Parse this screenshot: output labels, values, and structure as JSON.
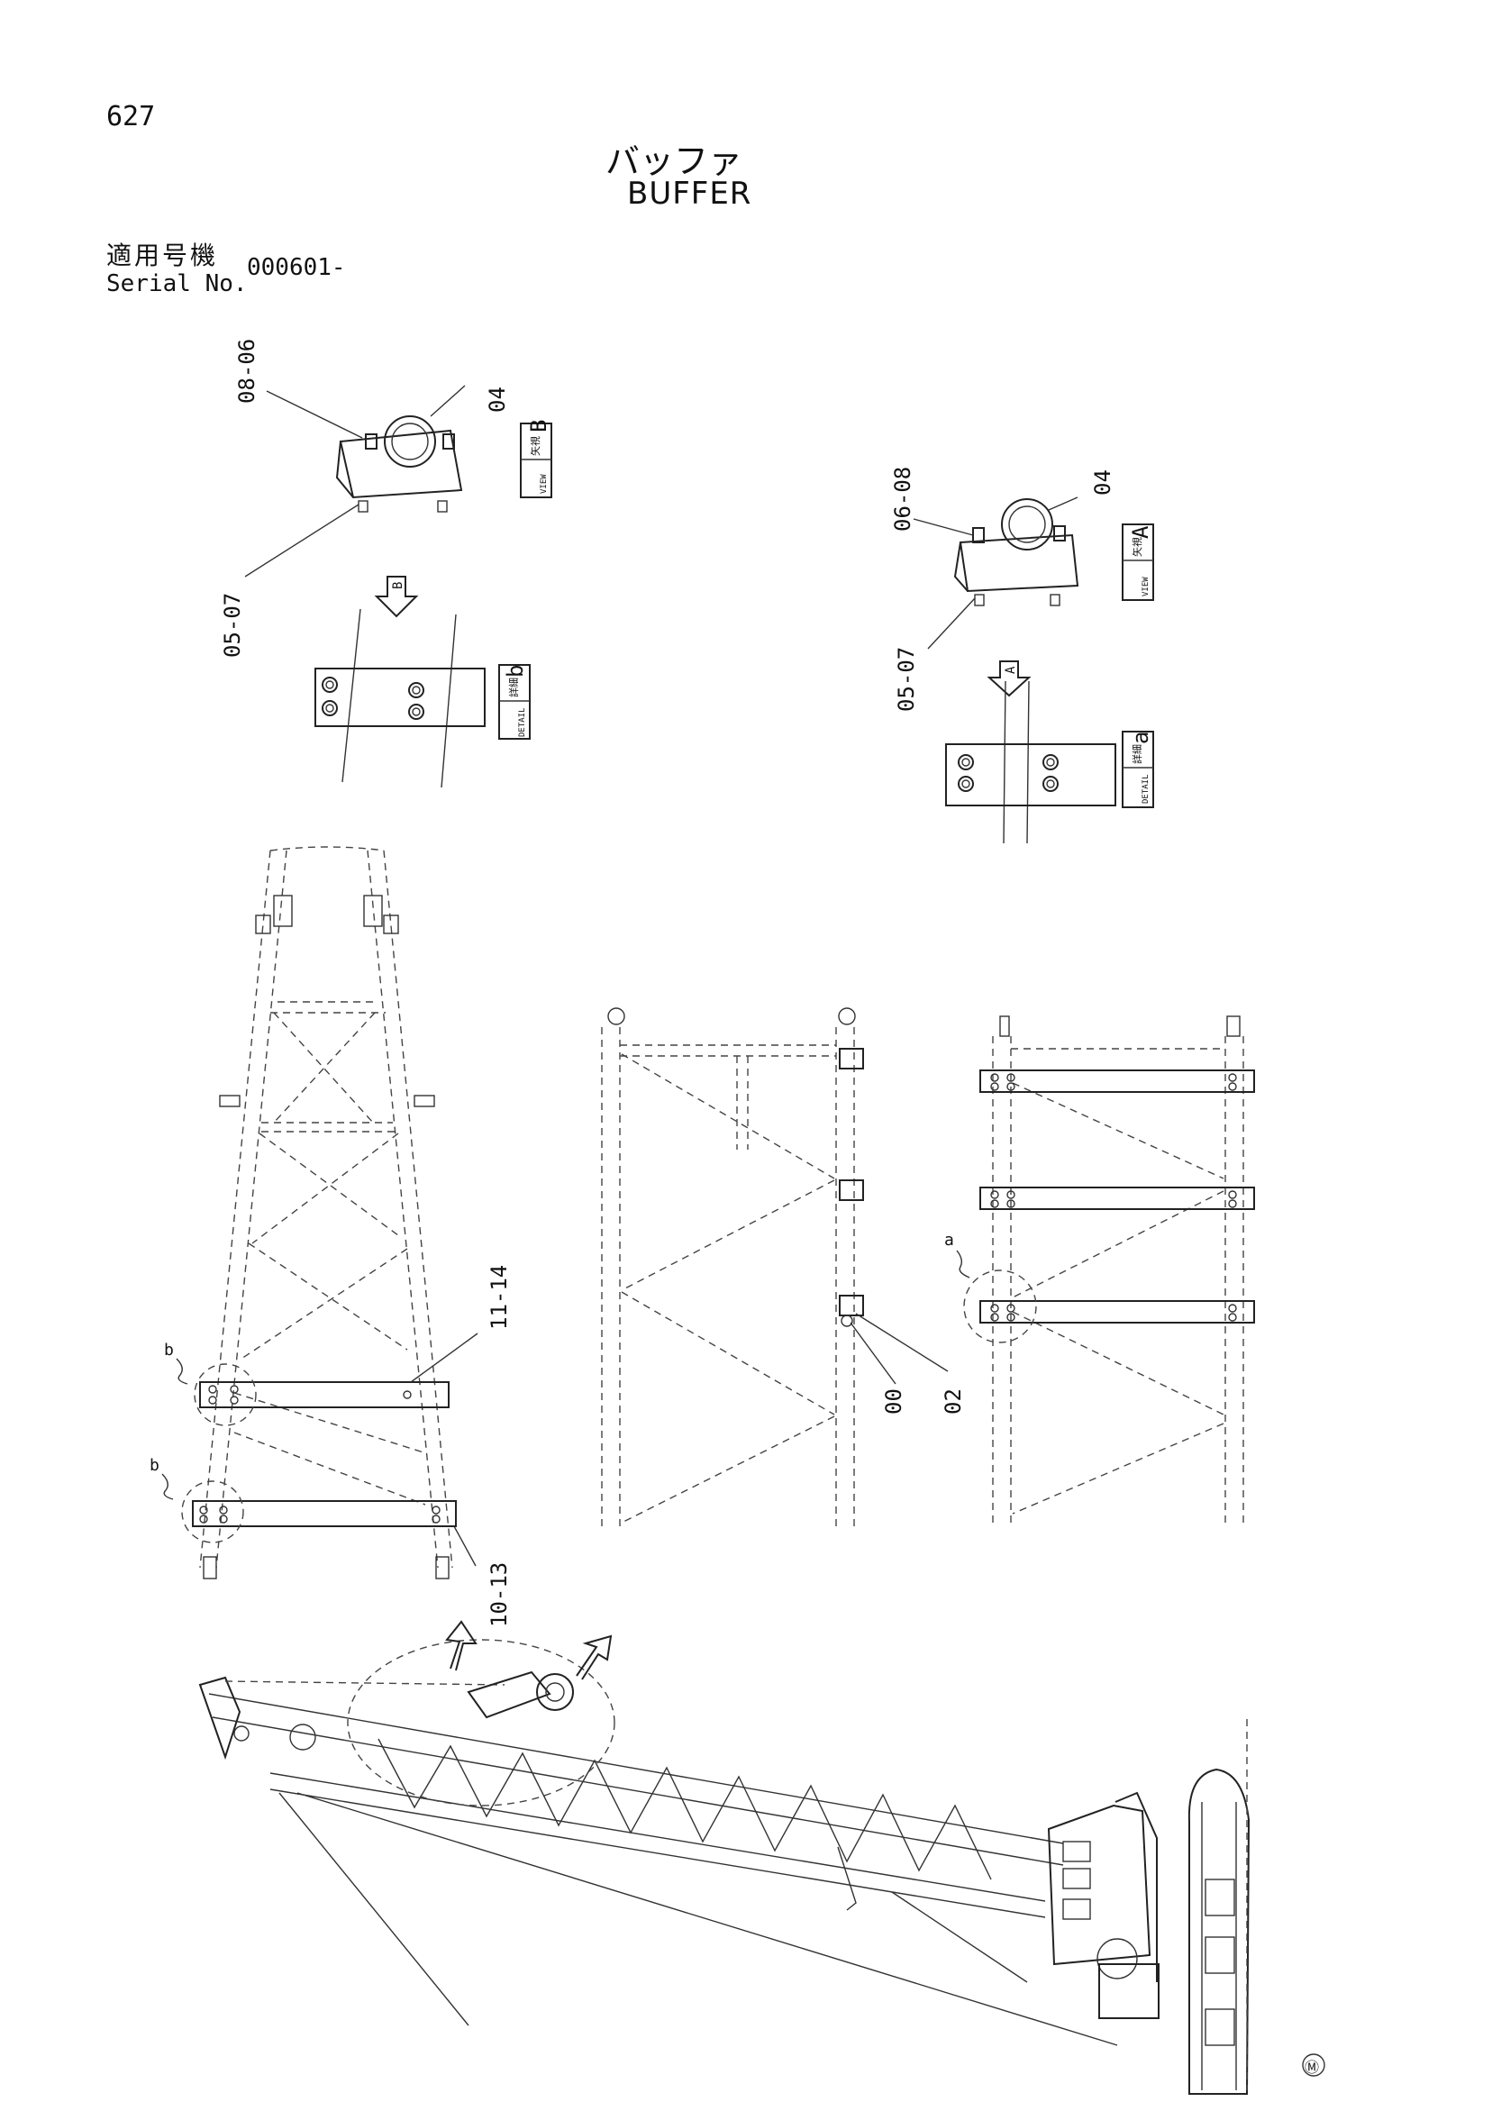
{
  "page_number": "627",
  "title_jp": "バッファ",
  "title_en": "BUFFER",
  "serial": {
    "label_jp": "適用号機",
    "label_en": "Serial No.",
    "value": "000601-"
  },
  "callouts": {
    "b_top": "08-06",
    "b_ring": "04",
    "b_base": "05-07",
    "a_top": "06-08",
    "a_ring": "04",
    "a_base": "05-07",
    "left_upper": "11-14",
    "left_lower": "10-13",
    "mid_a": "00",
    "mid_b": "02"
  },
  "view_labels": {
    "view_b": "B",
    "view_a": "A",
    "detail_b": "b",
    "detail_a": "a",
    "arrow_b": "B",
    "arrow_a": "A",
    "bubble_b1": "b",
    "bubble_b2": "b",
    "bubble_a": "a"
  },
  "box_texts": {
    "view_jp": "矢視",
    "view_en": "VIEW",
    "detail_jp": "詳細",
    "detail_en": "DETAIL"
  },
  "mark": "Ⓜ"
}
